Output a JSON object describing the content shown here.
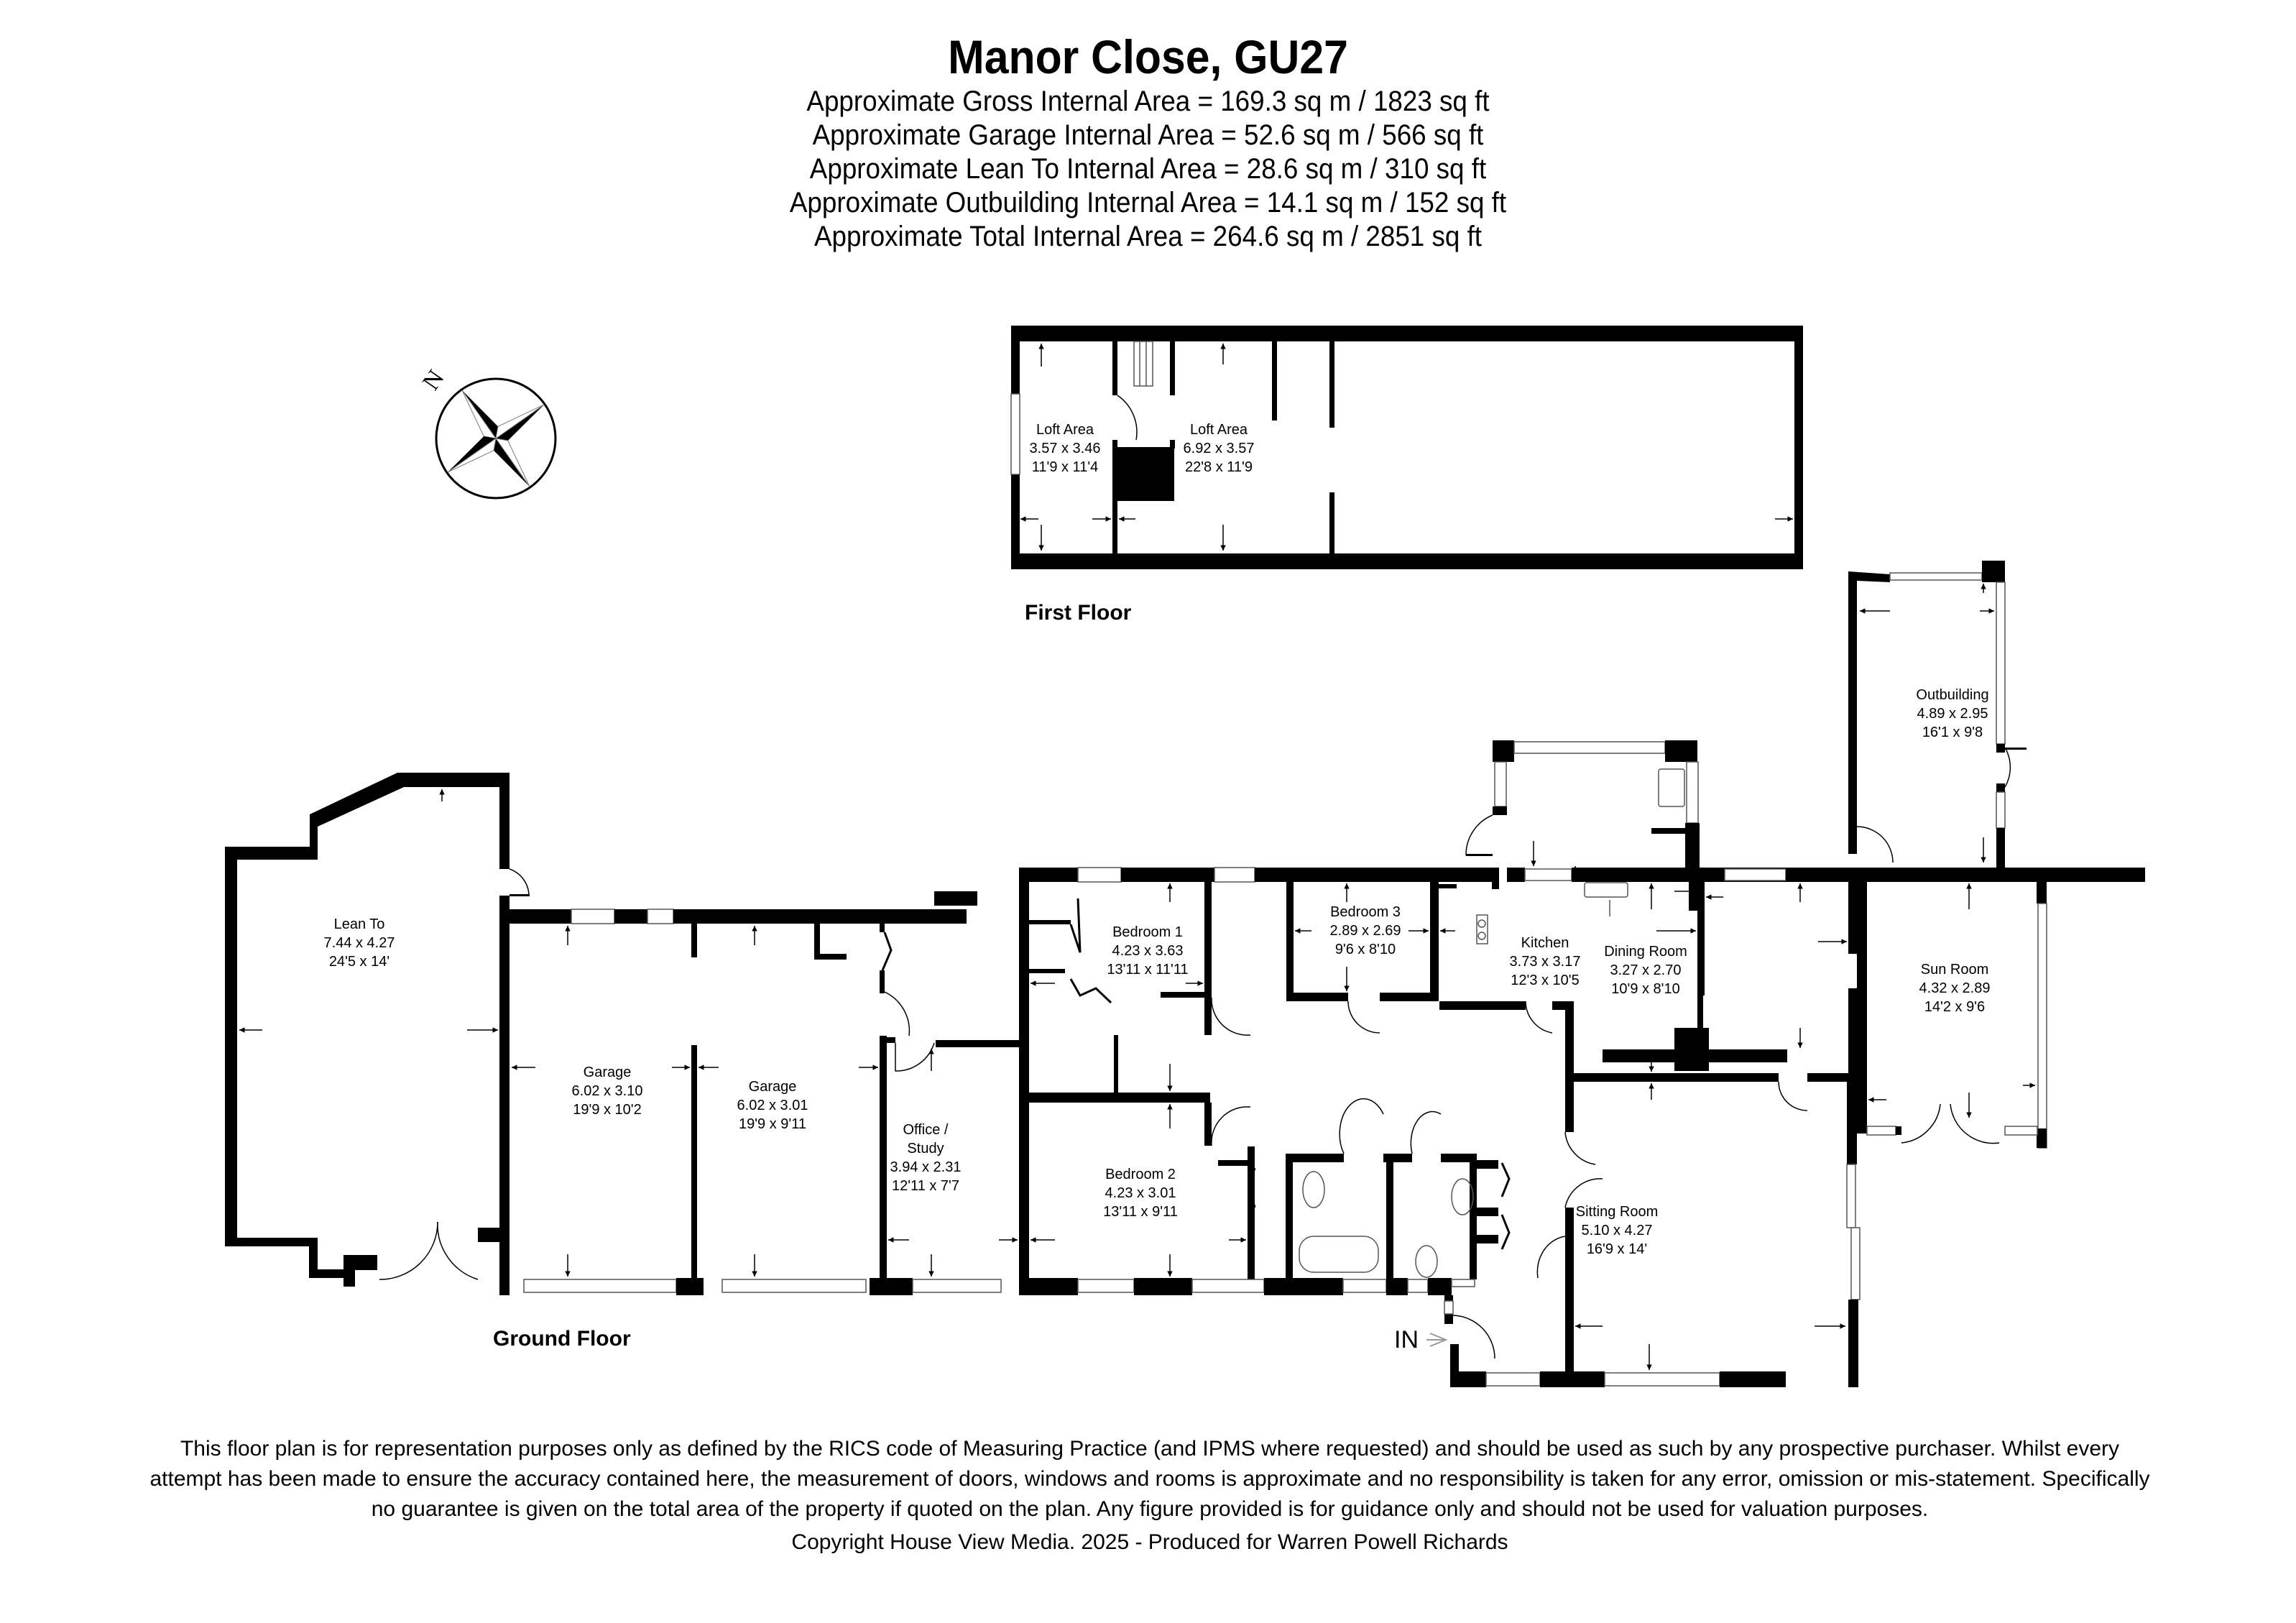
{
  "header": {
    "title": "Manor Close, GU27",
    "areas": [
      "Approximate Gross Internal Area = 169.3 sq m / 1823 sq ft",
      "Approximate Garage Internal Area = 52.6 sq m / 566 sq ft",
      "Approximate Lean To Internal Area = 28.6 sq m / 310 sq ft",
      "Approximate Outbuilding Internal Area = 14.1 sq m / 152 sq ft",
      "Approximate Total Internal Area = 264.6 sq m / 2851 sq ft"
    ]
  },
  "compass": {
    "icon": "compass-rose-icon",
    "north_label": "N"
  },
  "first_floor": {
    "label": "First Floor",
    "rooms": [
      {
        "name": "Loft Area",
        "metric": "3.57 x 3.46",
        "imperial": "11'9 x 11'4"
      },
      {
        "name": "Loft Area",
        "metric": "6.92 x 3.57",
        "imperial": "22'8 x 11'9"
      }
    ]
  },
  "ground_floor": {
    "label": "Ground Floor",
    "entrance_label": "IN",
    "rooms": [
      {
        "name": "Lean To",
        "metric": "7.44 x 4.27",
        "imperial": "24'5 x 14'"
      },
      {
        "name": "Garage",
        "metric": "6.02 x 3.10",
        "imperial": "19'9 x 10'2"
      },
      {
        "name": "Garage",
        "metric": "6.02 x 3.01",
        "imperial": "19'9 x 9'11"
      },
      {
        "name": "Office /",
        "name2": "Study",
        "metric": "3.94 x 2.31",
        "imperial": "12'11 x 7'7"
      },
      {
        "name": "Bedroom 1",
        "metric": "4.23 x 3.63",
        "imperial": "13'11 x 11'11"
      },
      {
        "name": "Bedroom 2",
        "metric": "4.23 x 3.01",
        "imperial": "13'11 x 9'11"
      },
      {
        "name": "Bedroom 3",
        "metric": "2.89 x 2.69",
        "imperial": "9'6 x 8'10"
      },
      {
        "name": "Kitchen",
        "metric": "3.73 x 3.17",
        "imperial": "12'3 x 10'5"
      },
      {
        "name": "Dining Room",
        "metric": "3.27 x 2.70",
        "imperial": "10'9 x 8'10"
      },
      {
        "name": "Sun Room",
        "metric": "4.32 x 2.89",
        "imperial": "14'2 x 9'6"
      },
      {
        "name": "Sitting Room",
        "metric": "5.10 x 4.27",
        "imperial": "16'9 x 14'"
      },
      {
        "name": "Outbuilding",
        "metric": "4.89 x 2.95",
        "imperial": "16'1 x 9'8"
      }
    ]
  },
  "footer": {
    "disclaimer": "This floor plan is for representation purposes only as defined by the RICS code of Measuring Practice (and IPMS where requested) and should be used as such by any prospective purchaser. Whilst every attempt has been made to ensure the accuracy contained here, the measurement of doors, windows and rooms is approximate and no responsibility is taken for any error, omission or mis-statement. Specifically no guarantee is given on the total area of the property if quoted on the plan. Any figure provided is for guidance only and should not be used for valuation purposes.",
    "copyright": "Copyright House View Media. 2025 - Produced for Warren Powell Richards"
  },
  "colors": {
    "wall": "#000000",
    "background": "#ffffff",
    "line": "#555555"
  }
}
